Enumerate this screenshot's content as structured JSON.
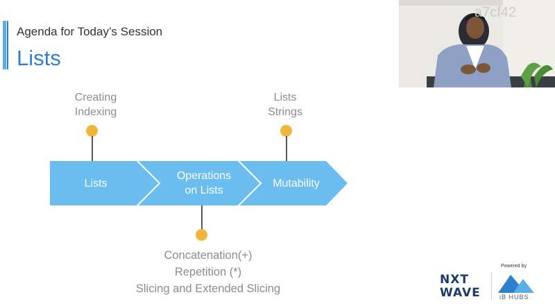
{
  "slide": {
    "subtitle": "Agenda for Today’s Session",
    "title": "Lists"
  },
  "timeline": {
    "stages": [
      {
        "label_line1": "Lists",
        "label_line2": ""
      },
      {
        "label_line1": "Operations",
        "label_line2": "on Lists"
      },
      {
        "label_line1": "Mutability",
        "label_line2": ""
      }
    ],
    "top_notes_1": [
      "Creating",
      "Indexing"
    ],
    "top_notes_3": [
      "Lists",
      "Strings"
    ],
    "bottom_notes_2": [
      "Concatenation(+)",
      "Repetition (*)",
      "Slicing and Extended Slicing"
    ]
  },
  "overlay": {
    "watermark": "a7cf42"
  },
  "branding": {
    "logo_line1": "NXT",
    "logo_line2": "WAVE",
    "powered_by": "Powered by",
    "partner": "iB HUBS"
  },
  "colors": {
    "arrow_fill": "#6bbdf0",
    "title_blue": "#2f7fcf",
    "dot_yellow": "#f0b63c"
  }
}
